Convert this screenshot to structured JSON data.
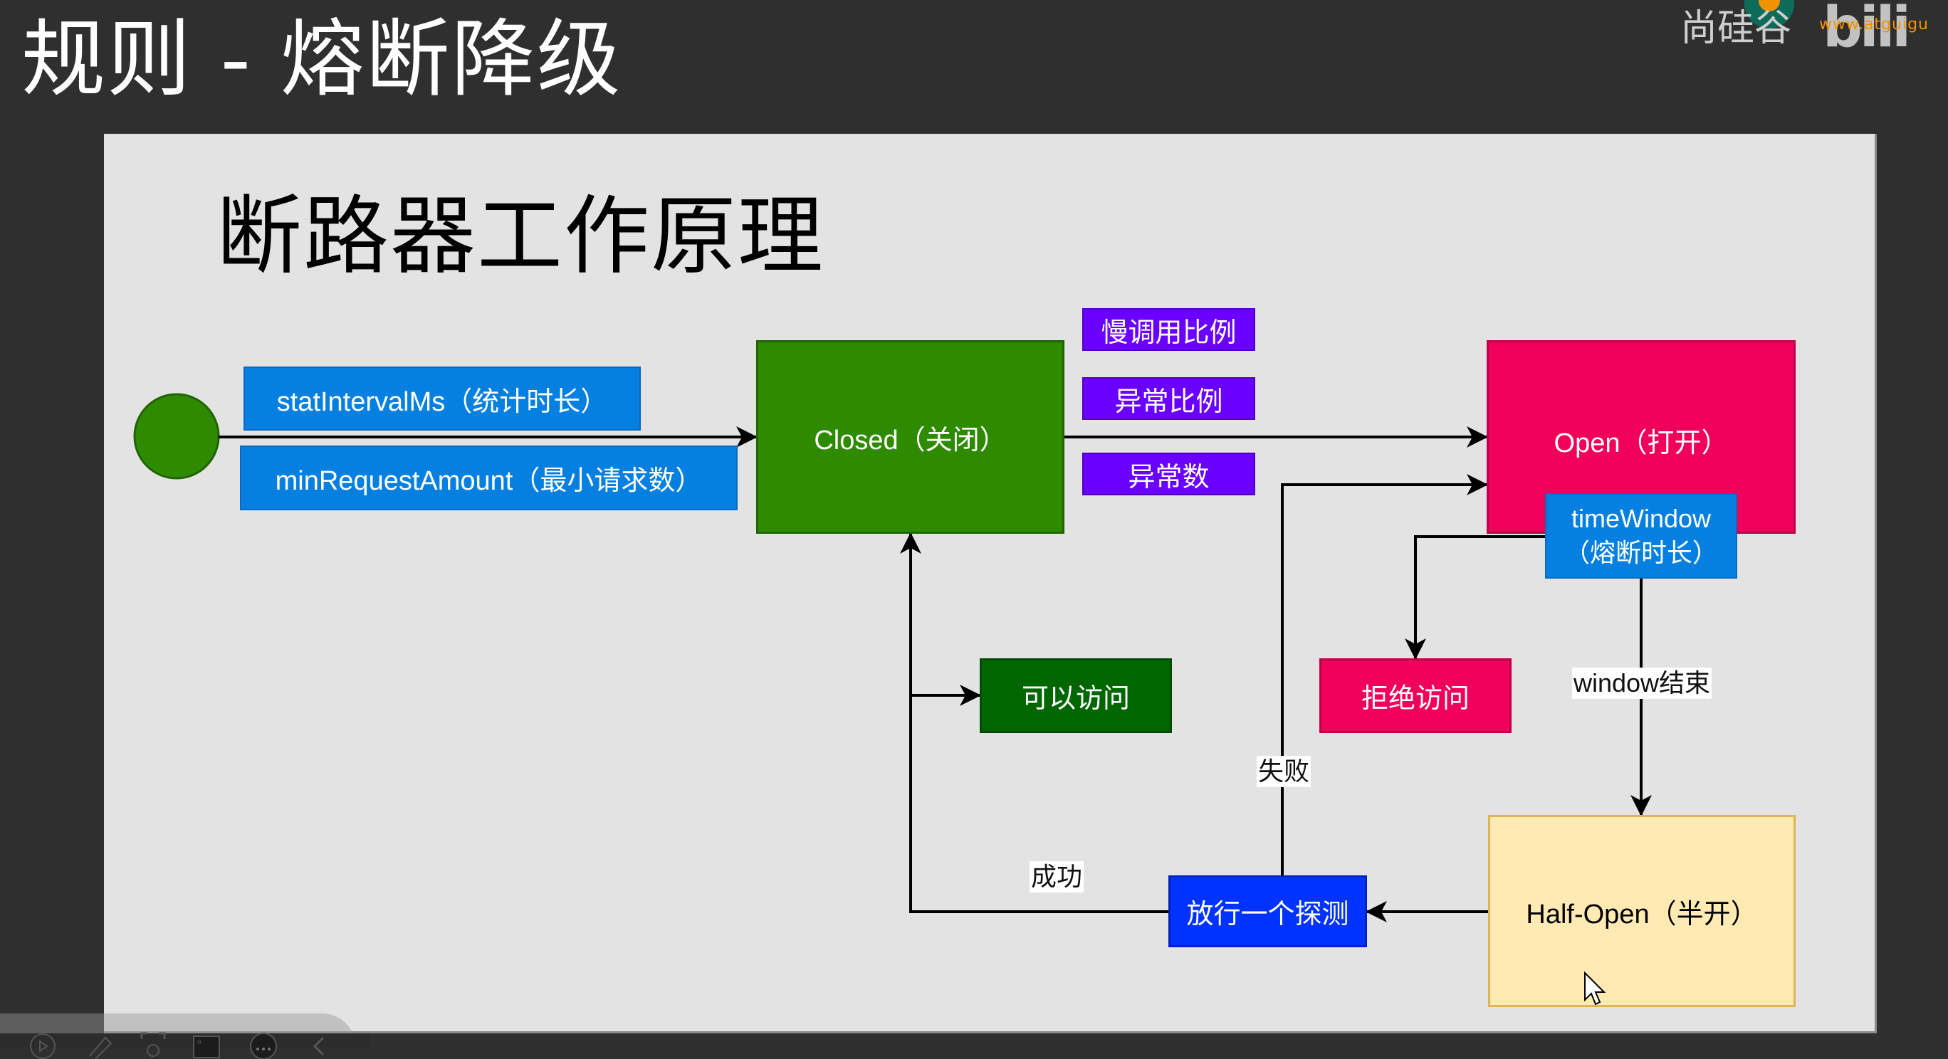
{
  "page": {
    "title": "规则 - 熔断降级",
    "brand": "尚硅谷",
    "brand_url": "www.atguigu",
    "watermark": "bili"
  },
  "slide": {
    "title": "断路器工作原理"
  },
  "diagram": {
    "start_node": {
      "name": "start",
      "color": "#2e8b00"
    },
    "conditions_in": [
      {
        "label": "statIntervalMs（统计时长）",
        "color": "#0580e0"
      },
      {
        "label": "minRequestAmount（最小请求数）",
        "color": "#0580e0"
      }
    ],
    "closed": {
      "label": "Closed（关闭）",
      "color": "#2e8b00"
    },
    "trip_conditions": [
      {
        "label": "慢调用比例",
        "color": "#6a00ff"
      },
      {
        "label": "异常比例",
        "color": "#6a00ff"
      },
      {
        "label": "异常数",
        "color": "#6a00ff"
      }
    ],
    "open": {
      "label": "Open（打开）",
      "color": "#f0005a"
    },
    "time_window": {
      "line1": "timeWindow",
      "line2": "（熔断时长）",
      "color": "#0580e0"
    },
    "allow_access": {
      "label": "可以访问",
      "color": "#006600"
    },
    "deny_access": {
      "label": "拒绝访问",
      "color": "#f0005a"
    },
    "probe": {
      "label": "放行一个探测",
      "color": "#0033ff"
    },
    "half_open": {
      "label": "Half-Open（半开）",
      "color": "#ffeab3"
    },
    "edge_labels": {
      "window_end": "window结束",
      "failure": "失败",
      "success": "成功"
    }
  },
  "toolbar": {
    "icons": [
      "play-icon",
      "pen-icon",
      "screenshot-icon",
      "camera-icon",
      "more-icon",
      "collapse-icon"
    ]
  }
}
